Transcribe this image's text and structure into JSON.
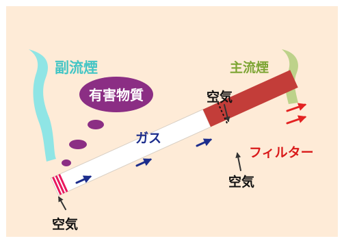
{
  "labels": {
    "sidestream_smoke": "副流煙",
    "mainstream_smoke": "主流煙",
    "harmful_substances": "有害物質",
    "gas": "ガス",
    "filter": "フィルター",
    "air_top": "空気",
    "air_middle": "空気",
    "air_bottom": "空気"
  },
  "colors": {
    "background": "#FEEBD7",
    "border": "#FFFFFF",
    "sidestream_text": "#43C5C5",
    "sidestream_smoke": "#8FE5E5",
    "mainstream_text": "#7DA534",
    "mainstream_smoke": "#BDD28A",
    "bubble": "#8B2E84",
    "bubble_text": "#FFFFFF",
    "gas_text": "#1C2D8C",
    "flow_arrow": "#1C2D8C",
    "filter_body": "#C33D39",
    "filter_text": "#D91A1A",
    "exhaust_arrow": "#E32222",
    "air_arrow": "#333333",
    "burning_tip": "#E9185D",
    "paper": "#FFFFFF",
    "text_dark": "#111111"
  }
}
